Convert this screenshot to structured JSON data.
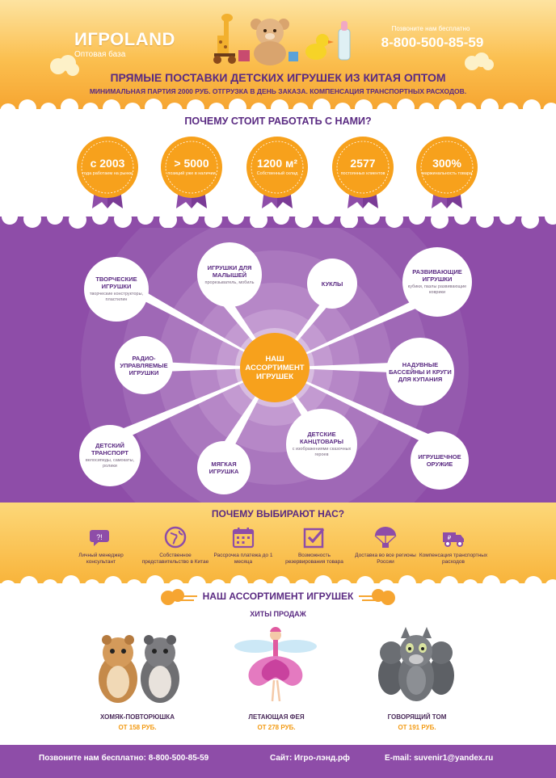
{
  "header": {
    "logo": "ИГРОLAND",
    "logo_sub": "Оптовая база",
    "call_note": "Позвоните нам бесплатно",
    "phone": "8-800-500-85-59",
    "title": "ПРЯМЫЕ ПОСТАВКИ ДЕТСКИХ ИГРУШЕК ИЗ КИТАЯ ОПТОМ",
    "subtitle": "МИНИМАЛЬНАЯ ПАРТИЯ 2000 РУБ. ОТГРУЗКА В ДЕНЬ ЗАКАЗА. КОМПЕНСАЦИЯ ТРАНСПОРТНЫХ РАСХОДОВ."
  },
  "why": {
    "title": "ПОЧЕМУ СТОИТ РАБОТАТЬ С НАМИ?",
    "badges": [
      {
        "value": "с 2003",
        "text": "года работаем на рынке",
        "color": "#f7a11c"
      },
      {
        "value": "> 5000",
        "text": "позиций уже в наличии",
        "color": "#f7a11c"
      },
      {
        "value": "1200 м²",
        "text": "Собственный склад",
        "color": "#f7a11c"
      },
      {
        "value": "2577",
        "text": "постоянных клиентов",
        "color": "#f7a11c"
      },
      {
        "value": "300%",
        "text": "маржинальность товара",
        "color": "#f7a11c"
      }
    ]
  },
  "assortment_map": {
    "center": "НАШ АССОРТИМЕНТ ИГРУШЕК",
    "bubbles": [
      {
        "title": "ТВОРЧЕСКИЕ ИГРУШКИ",
        "sub": "творческие конструкторы, пластилин"
      },
      {
        "title": "ИГРУШКИ ДЛЯ МАЛЫШЕЙ",
        "sub": "прорезыватель, мобиль"
      },
      {
        "title": "КУКЛЫ",
        "sub": ""
      },
      {
        "title": "РАЗВИВАЮЩИЕ ИГРУШКИ",
        "sub": "кубики, пазлы развивающие коврики"
      },
      {
        "title": "РАДИО-УПРАВЛЯЕМЫЕ ИГРУШКИ",
        "sub": ""
      },
      {
        "title": "НАДУВНЫЕ БАССЕЙНЫ И КРУГИ ДЛЯ КУПАНИЯ",
        "sub": ""
      },
      {
        "title": "ДЕТСКИЙ ТРАНСПОРТ",
        "sub": "велосипеды, самокаты, ролики"
      },
      {
        "title": "МЯГКАЯ ИГРУШКА",
        "sub": ""
      },
      {
        "title": "ДЕТСКИЕ КАНЦТОВАРЫ",
        "sub": "с изображениями сказочных героев"
      },
      {
        "title": "ИГРУШЕЧНОЕ ОРУЖИЕ",
        "sub": ""
      }
    ]
  },
  "choose": {
    "title": "ПОЧЕМУ ВЫБИРАЮТ НАС?",
    "items": [
      {
        "label": "Личный менеджер консультант",
        "icon": "chat-icon"
      },
      {
        "label": "Собственное представительство в Китае",
        "icon": "globe-icon"
      },
      {
        "label": "Рассрочка платежа до 1 месяца",
        "icon": "calendar-icon"
      },
      {
        "label": "Возможность резервирования товара",
        "icon": "checkbox-icon"
      },
      {
        "label": "Доставка во все регионы России",
        "icon": "parachute-icon"
      },
      {
        "label": "Компенсация транспортных расходов",
        "icon": "truck-icon"
      }
    ]
  },
  "assortment": {
    "title": "НАШ АССОРТИМЕНТ ИГРУШЕК",
    "hits": "ХИТЫ ПРОДАЖ",
    "products": [
      {
        "name": "ХОМЯК-ПОВТОРЮШКА",
        "price": "ОТ 158 РУБ."
      },
      {
        "name": "ЛЕТАЮЩАЯ ФЕЯ",
        "price": "ОТ 278 РУБ."
      },
      {
        "name": "ГОВОРЯЩИЙ ТОМ",
        "price": "ОТ 191 РУБ."
      }
    ]
  },
  "footer": {
    "call": "Позвоните нам бесплатно: 8-800-500-85-59",
    "site": "Сайт: Игро-лэнд.рф",
    "email": "E-mail: suvenir1@yandex.ru"
  },
  "colors": {
    "purple": "#8e4da8",
    "orange": "#f7a11c",
    "dark_purple": "#5a2a82"
  }
}
